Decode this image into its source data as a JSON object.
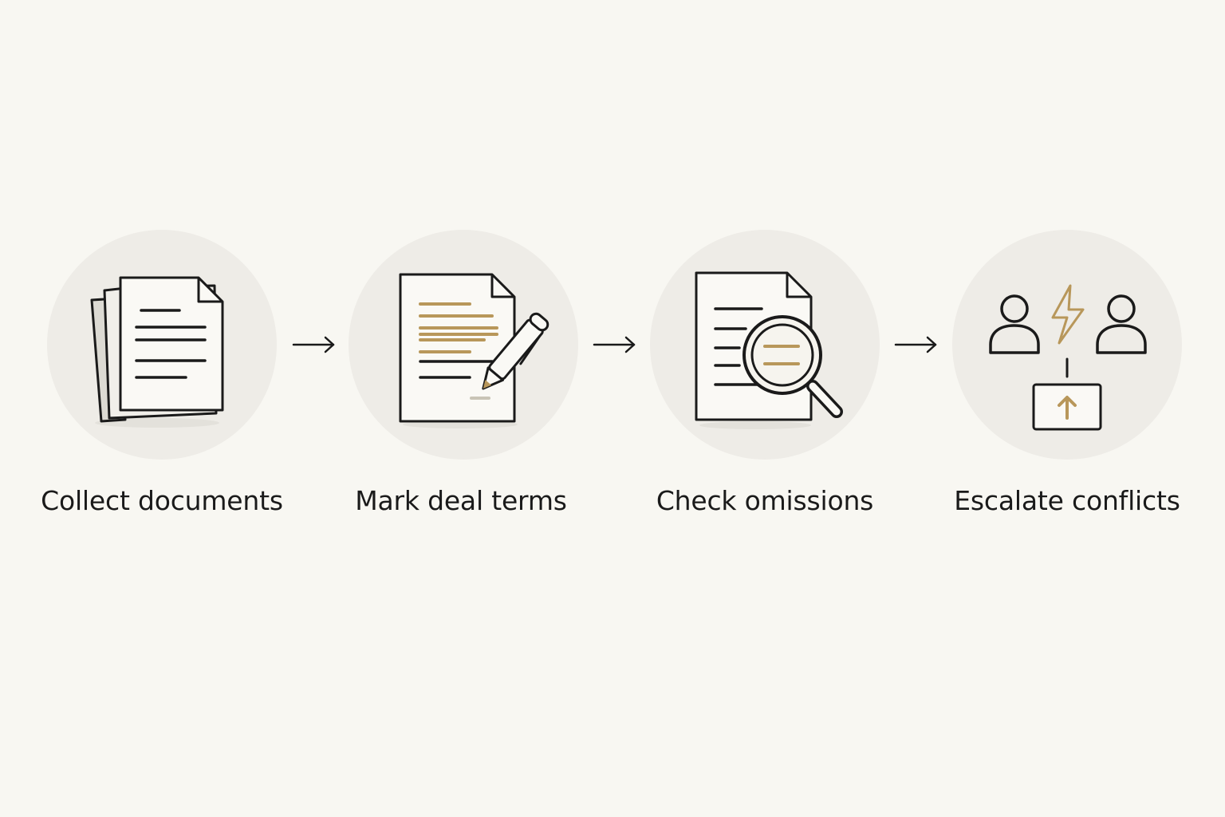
{
  "colors": {
    "background": "#f8f7f2",
    "circle": "#eeece7",
    "stroke": "#1a1a1a",
    "accent": "#b8975a"
  },
  "steps": [
    {
      "label": "Collect documents",
      "icon": "document-stack-icon"
    },
    {
      "label": "Mark deal terms",
      "icon": "document-pen-icon"
    },
    {
      "label": "Check omissions",
      "icon": "document-magnifier-icon"
    },
    {
      "label": "Escalate conflicts",
      "icon": "people-conflict-escalate-icon"
    }
  ],
  "connectors": [
    "arrow-right-icon",
    "arrow-right-icon",
    "arrow-right-icon"
  ]
}
